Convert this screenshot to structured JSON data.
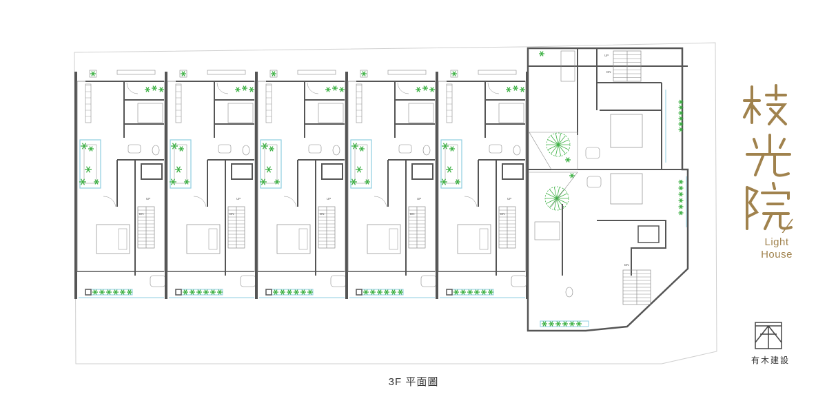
{
  "plan": {
    "caption": "3F 平面圖",
    "stair_up_label": "UP",
    "stair_down_label": "DN"
  },
  "brand": {
    "calligraphy": "枝光院",
    "name_line1": "Light",
    "name_line2": "House",
    "mark_color": "#a0824d"
  },
  "company": {
    "name": "有木建設"
  },
  "colors": {
    "wall": "#555555",
    "line": "#888888",
    "glass": "#8ecde0",
    "plant": "#3cb043"
  }
}
